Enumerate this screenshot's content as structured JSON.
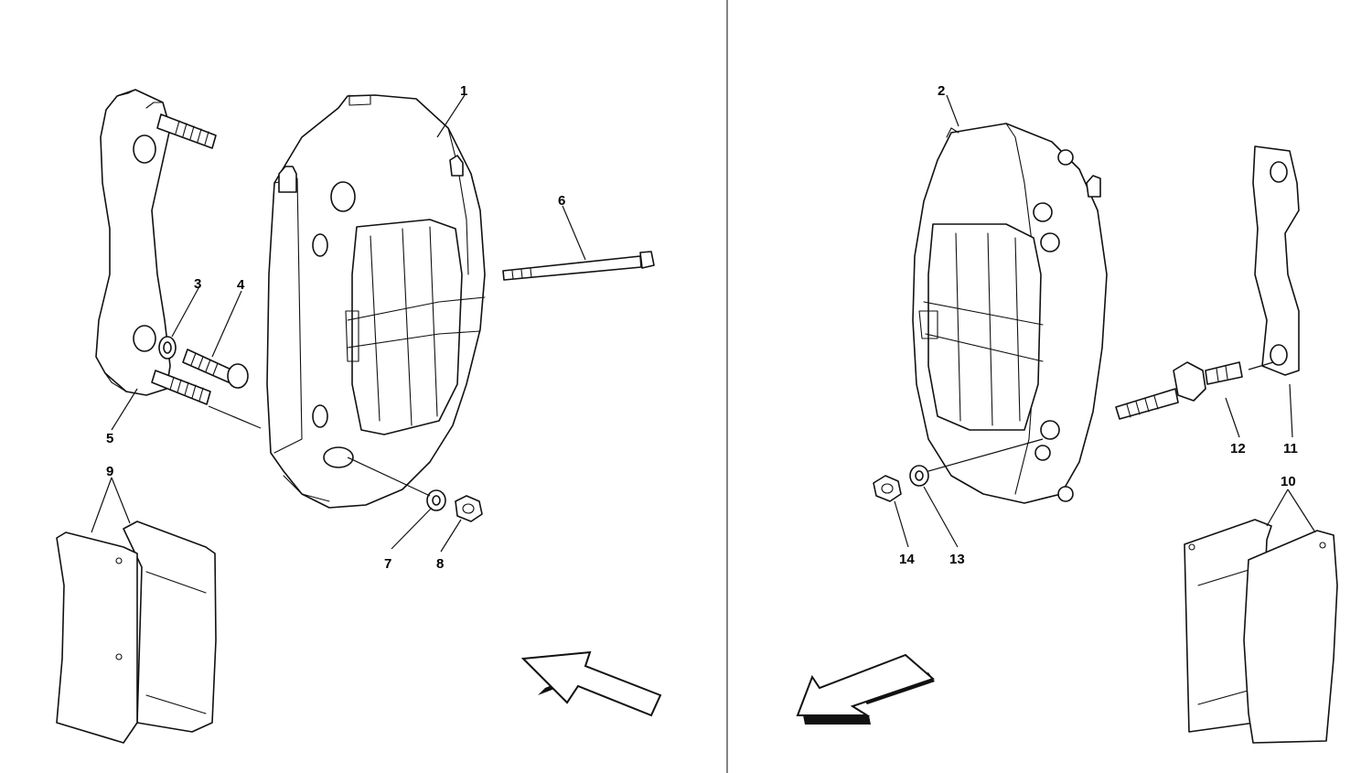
{
  "callouts": {
    "c1": "1",
    "c2": "2",
    "c3": "3",
    "c4": "4",
    "c5": "5",
    "c6": "6",
    "c7": "7",
    "c8": "8",
    "c9": "9",
    "c10": "10",
    "c11": "11",
    "c12": "12",
    "c13": "13",
    "c14": "14"
  },
  "icons": {
    "left_arrow": "direction-arrow-icon",
    "right_arrow": "direction-arrow-icon"
  },
  "colors": {
    "line": "#111111",
    "background": "#ffffff"
  }
}
